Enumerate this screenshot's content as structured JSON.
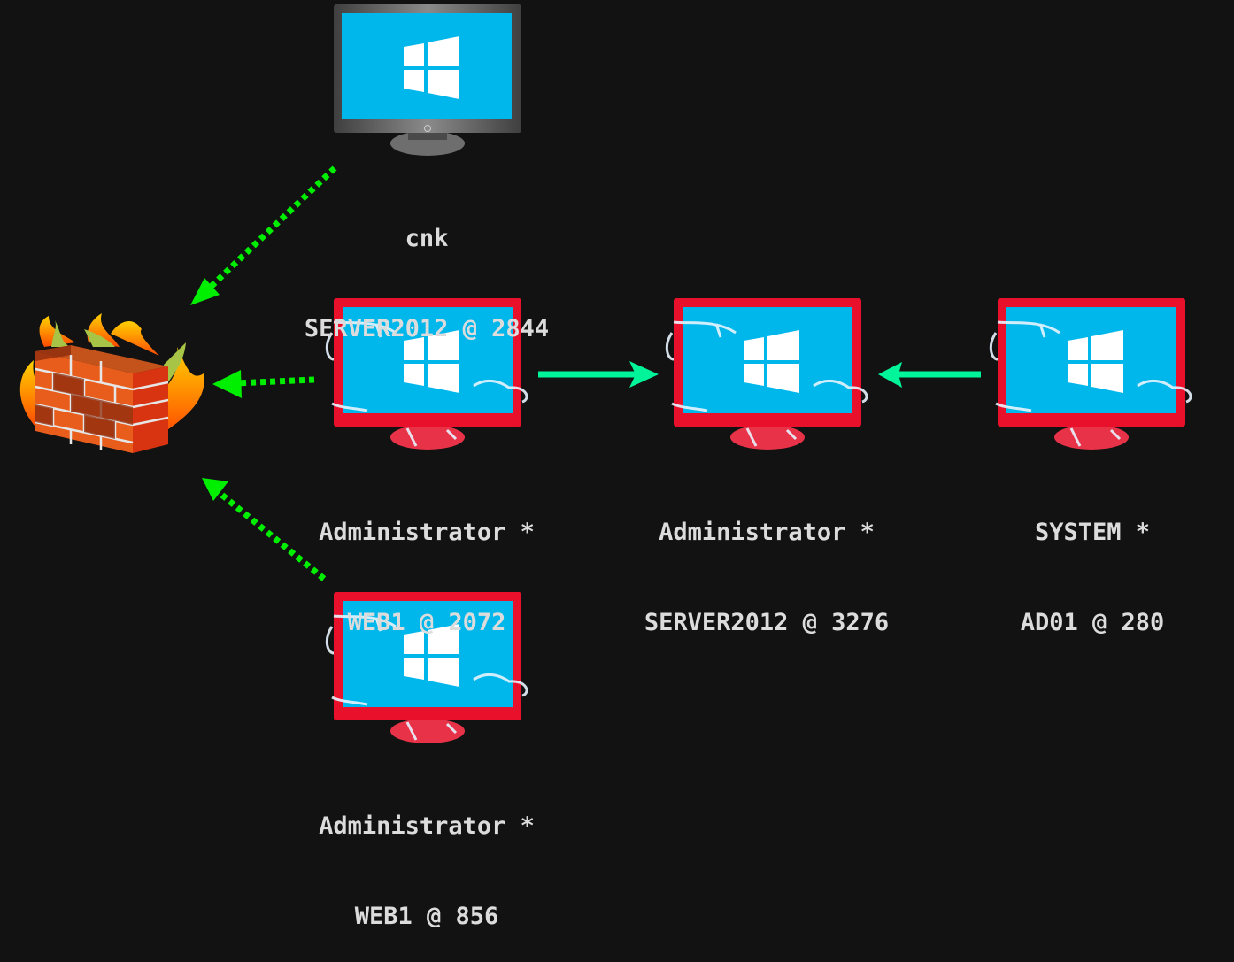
{
  "diagram": {
    "colors": {
      "background": "#121212",
      "label_text": "#dcdcdc",
      "screen": "#00b7eb",
      "monitor_normal": "#5a5a5a",
      "monitor_compromised": "#e8102a",
      "dotted_edge": "#00ee00",
      "solid_edge": "#00f59a"
    },
    "firewall": {
      "icon": "firewall-icon",
      "label": ""
    },
    "nodes": [
      {
        "id": "cnk",
        "user": "cnk",
        "host": "SERVER2012 @ 2844",
        "elevated": false,
        "state": "normal"
      },
      {
        "id": "web1-2072",
        "user": "Administrator *",
        "host": "WEB1 @ 2072",
        "elevated": true,
        "state": "compromised"
      },
      {
        "id": "server2012-3276",
        "user": "Administrator *",
        "host": "SERVER2012 @ 3276",
        "elevated": true,
        "state": "compromised"
      },
      {
        "id": "ad01-280",
        "user": "SYSTEM *",
        "host": "AD01 @ 280",
        "elevated": true,
        "state": "compromised"
      },
      {
        "id": "web1-856",
        "user": "Administrator *",
        "host": "WEB1 @ 856",
        "elevated": true,
        "state": "compromised"
      }
    ],
    "edges": [
      {
        "from": "cnk",
        "to": "firewall",
        "style": "dotted"
      },
      {
        "from": "web1-2072",
        "to": "firewall",
        "style": "dotted"
      },
      {
        "from": "web1-856",
        "to": "firewall",
        "style": "dotted"
      },
      {
        "from": "web1-2072",
        "to": "server2012-3276",
        "style": "solid"
      },
      {
        "from": "ad01-280",
        "to": "server2012-3276",
        "style": "solid"
      }
    ]
  }
}
